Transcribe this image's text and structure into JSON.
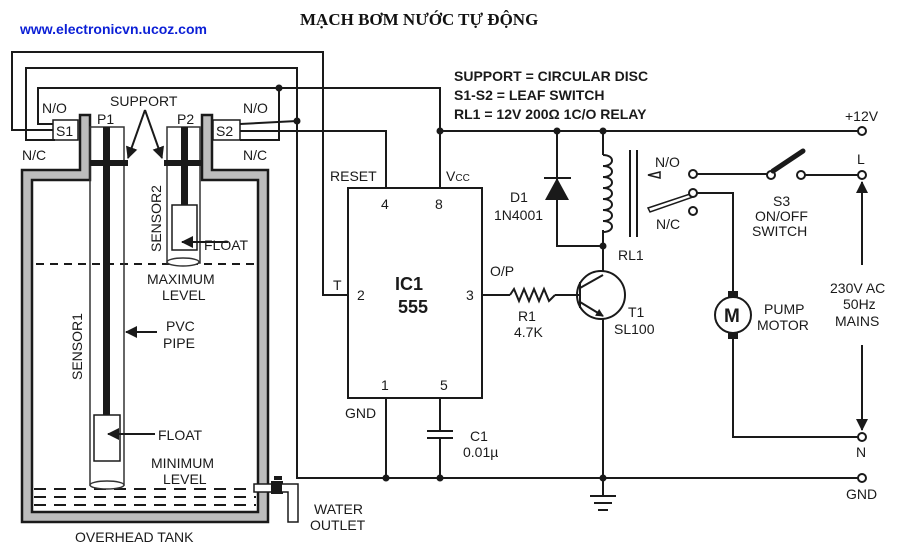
{
  "header": {
    "title": "MẠCH BƠM NƯỚC TỰ ĐỘNG",
    "website": "www.electronicvn.ucoz.com"
  },
  "legend": {
    "line1": "SUPPORT = CIRCULAR DISC",
    "line2": "S1-S2 = LEAF SWITCH",
    "line3": "RL1 = 12V 200Ω 1C/O RELAY"
  },
  "tank": {
    "name": "OVERHEAD TANK",
    "support": "SUPPORT",
    "p1": "P1",
    "p2": "P2",
    "s1": "S1",
    "s2": "S2",
    "no": "N/O",
    "nc": "N/C",
    "sensor1": "SENSOR1",
    "sensor2": "SENSOR2",
    "float": "FLOAT",
    "max_level": [
      "MAXIMUM",
      "LEVEL"
    ],
    "min_level": [
      "MINIMUM",
      "LEVEL"
    ],
    "pvc_pipe": [
      "PVC",
      "PIPE"
    ],
    "outlet": [
      "WATER",
      "OUTLET"
    ]
  },
  "ic": {
    "name": "IC1",
    "part": "555",
    "reset": "RESET",
    "vcc": "V",
    "vcc_sub": "CC",
    "gnd": "GND",
    "t": "T",
    "op": "O/P",
    "pins": {
      "p4": "4",
      "p8": "8",
      "p2": "2",
      "p3": "3",
      "p1": "1",
      "p5": "5"
    }
  },
  "components": {
    "r1": [
      "R1",
      "4.7K"
    ],
    "c1": [
      "C1",
      "0.01µ"
    ],
    "d1": [
      "D1",
      "1N4001"
    ],
    "t1": [
      "T1",
      "SL100"
    ],
    "rl1": "RL1",
    "relay_no": "N/O",
    "relay_nc": "N/C",
    "s3": [
      "S3",
      "ON/OFF",
      "SWITCH"
    ],
    "motor": "M",
    "motor_label": [
      "PUMP",
      "MOTOR"
    ]
  },
  "terminals": {
    "v12": "+12V",
    "l": "L",
    "n": "N",
    "gnd": "GND",
    "mains": [
      "230V AC",
      "50Hz",
      "MAINS"
    ]
  }
}
